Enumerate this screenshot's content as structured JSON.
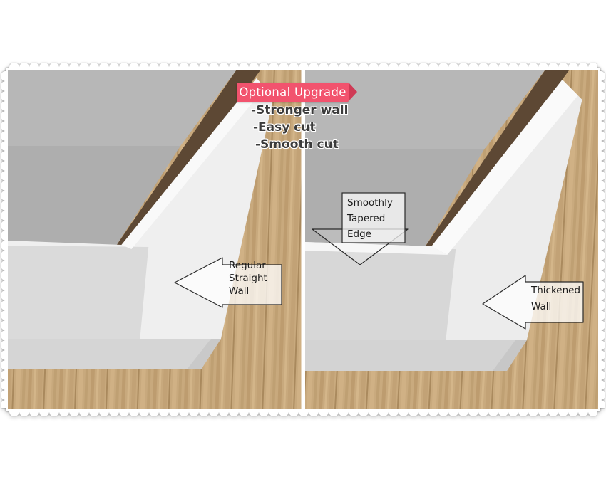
{
  "banner": {
    "label": "Optional Upgrade"
  },
  "features": {
    "line1": "-Stronger wall",
    "line2": "-Easy cut",
    "line3": "-Smooth cut"
  },
  "callouts": {
    "regular": {
      "line1": "Regular",
      "line2": "Straight",
      "line3": "Wall"
    },
    "tapered": {
      "line1": "Smoothly",
      "line2": "Tapered",
      "line3": "Edge"
    },
    "thickened": {
      "line1": "Thickened",
      "line2": "Wall"
    }
  },
  "colors": {
    "banner_bg": "#f2536e",
    "banner_fold": "#cf3a55",
    "wood": "#c8a97d",
    "wall_white": "#efefef",
    "wall_side": "#dadada",
    "interior_gray": "#b0b0b0",
    "gap_dark": "#5d4834"
  }
}
